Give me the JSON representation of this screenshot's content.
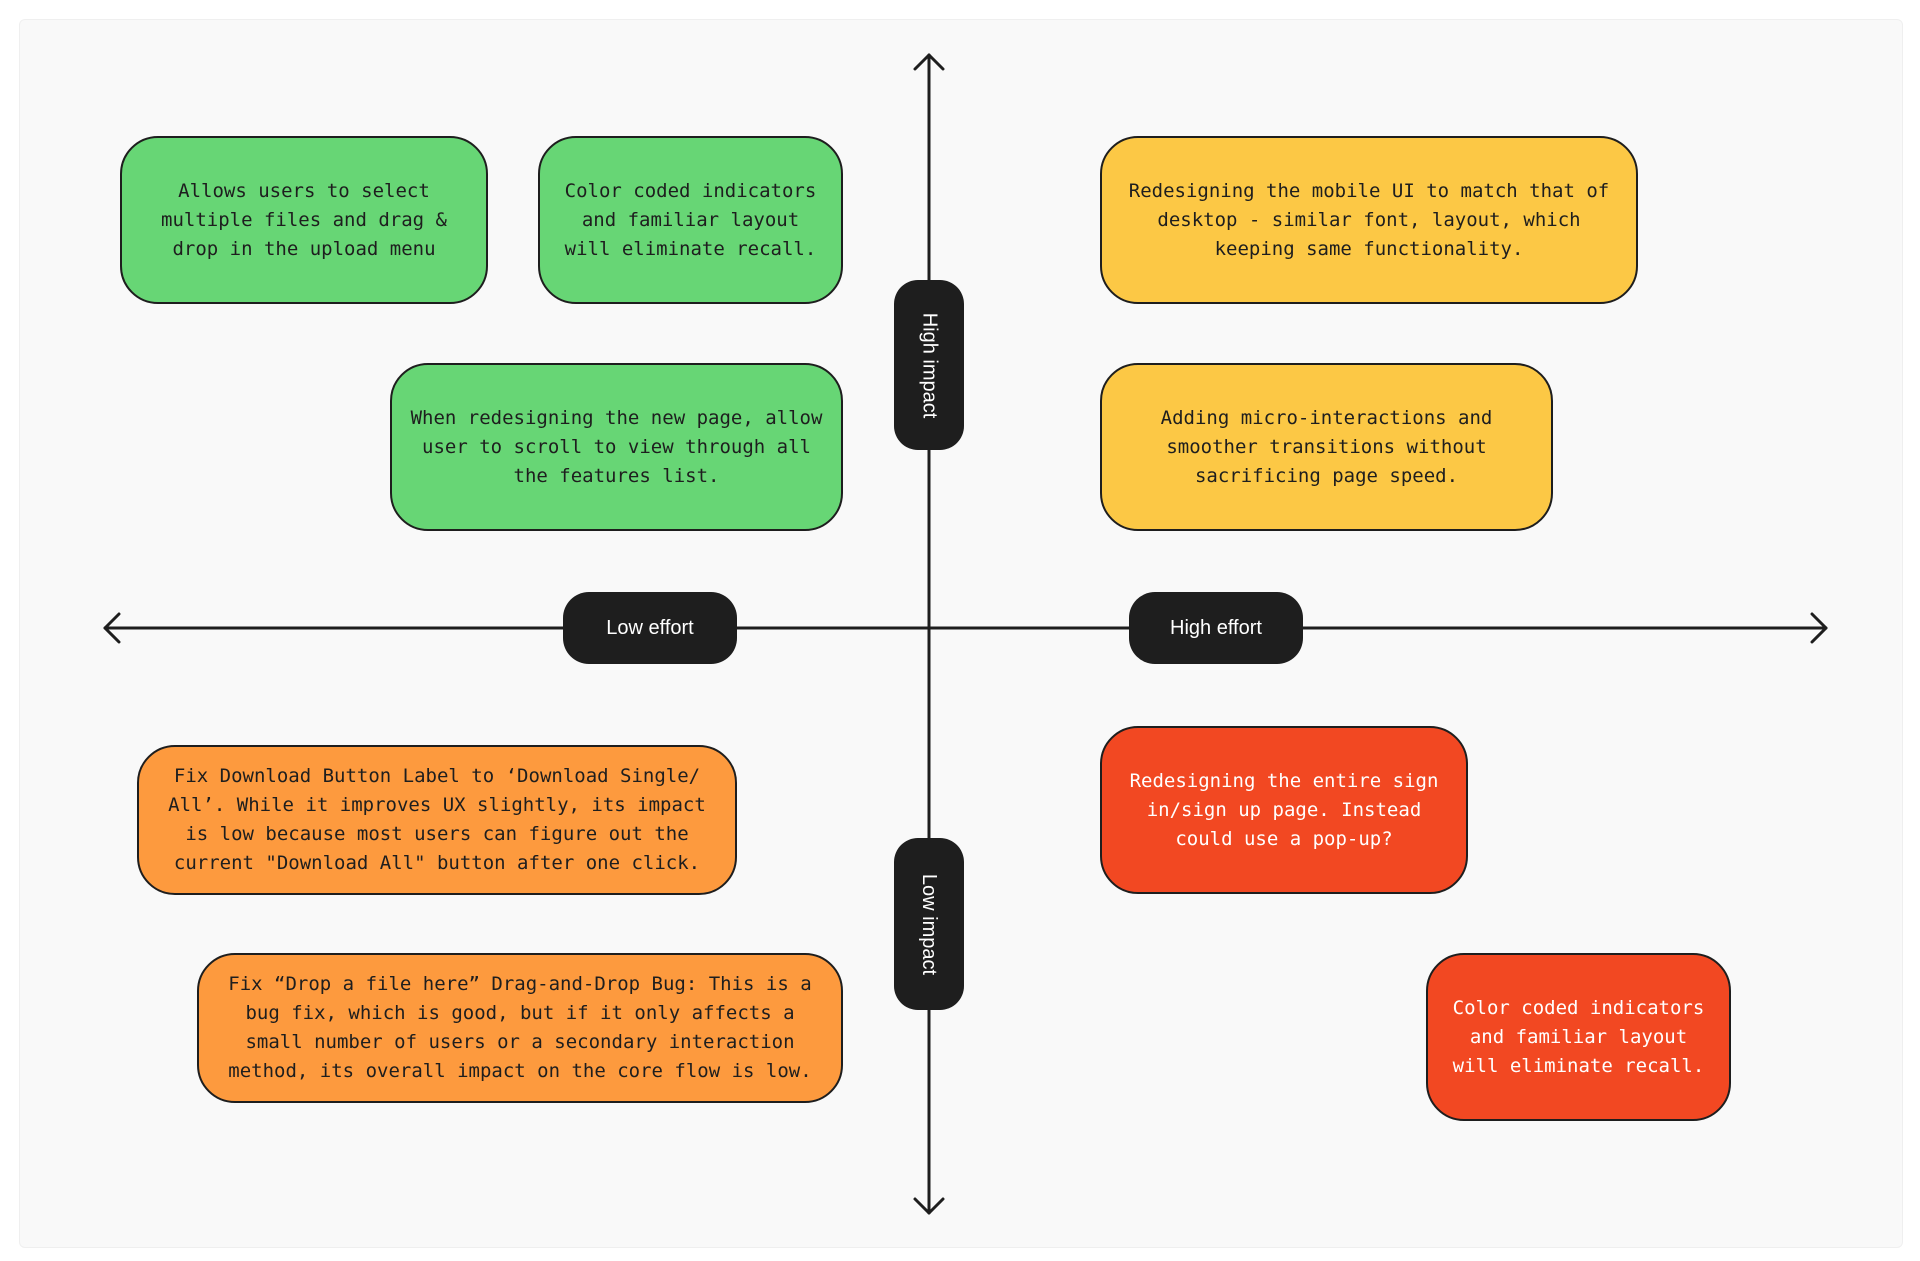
{
  "axes": {
    "high_impact": "High impact",
    "low_impact": "Low impact",
    "low_effort": "Low effort",
    "high_effort": "High effort"
  },
  "colors": {
    "green": "#67d675",
    "yellow": "#fcc845",
    "orange": "#fd9a3e",
    "red": "#f24822",
    "pill": "#1e1e1e"
  },
  "notes": {
    "multi_file_select": "Allows users to select\nmultiple files and drag &\ndrop in the upload menu",
    "color_coded_hi": "Color coded indicators\nand familiar layout\nwill eliminate recall.",
    "scroll_features": "When redesigning the new page, allow\nuser to scroll to view through all\nthe features list.",
    "mobile_redesign": "Redesigning the mobile UI to match that of\ndesktop - similar font, layout, which\nkeeping same functionality.",
    "micro_interactions": "Adding micro-interactions and\nsmoother transitions without\nsacrificing page speed.",
    "download_label": "Fix Download Button Label to ‘Download Single/\nAll’. While it improves UX slightly, its impact\nis low because most users can figure out the\ncurrent \"Download All\" button after one click.",
    "drag_drop_bug": "Fix “Drop a file here” Drag-and-Drop Bug: This is a\nbug fix, which is good, but if it only affects a\nsmall number of users or a secondary interaction\nmethod, its overall impact on the core flow is low.",
    "sign_in_redesign": "Redesigning the entire sign\nin/sign up page. Instead\ncould use a pop-up?",
    "color_coded_lo": "Color coded indicators\nand familiar layout\nwill eliminate recall."
  }
}
